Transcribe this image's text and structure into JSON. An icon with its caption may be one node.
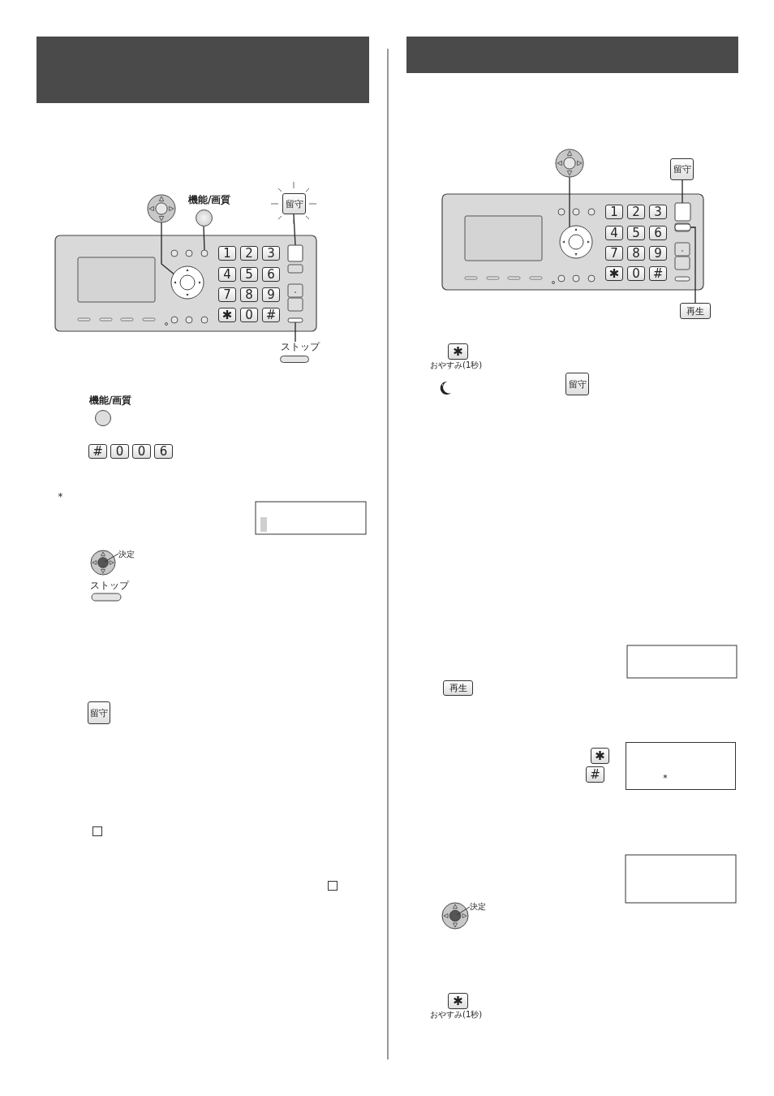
{
  "diagram": {
    "nodes": [
      {
        "text": [],
        "shape": "circle"
      },
      {
        "text": [
          "機能/画質"
        ]
      },
      {
        "text": [
          "留守"
        ]
      },
      {
        "text": [
          "ストップ"
        ]
      },
      {
        "text": [],
        "shape": "circle"
      },
      {
        "text": [],
        "shape": "circle"
      },
      {
        "text": [],
        "shape": "box"
      },
      {
        "text": [],
        "shape": "bar"
      },
      {
        "text": [],
        "shape": "circle"
      },
      {
        "text": [
          "留守"
        ]
      },
      {
        "text": [
          "再生"
        ]
      },
      {
        "text": [],
        "shape": "circle"
      },
      {
        "text": [],
        "shape": "box"
      },
      {
        "text": [],
        "shape": "bar"
      },
      {
        "text": [],
        "shape": "box"
      },
      {
        "text": [],
        "shape": "box"
      },
      {
        "text": [
          "＊"
        ]
      },
      {
        "text": [],
        "shape": "box"
      }
    ],
    "edges": [
      {
        "from": 0,
        "to": 4,
        "arrow": "none"
      },
      {
        "from": 1,
        "to": 5,
        "arrow": "none"
      },
      {
        "from": 2,
        "to": 6,
        "arrow": "none"
      },
      {
        "from": 3,
        "to": 7,
        "arrow": "none"
      },
      {
        "from": 8,
        "to": 11,
        "arrow": "none"
      },
      {
        "from": 9,
        "to": 12,
        "arrow": "none"
      },
      {
        "from": 10,
        "to": 13,
        "arrow": "none"
      }
    ],
    "labels": [
      "1",
      "2",
      "3",
      "4",
      "5",
      "6",
      "7",
      "8",
      "9",
      "✱",
      "0",
      "#",
      "機能/画質",
      "#",
      "0",
      "0",
      "6",
      "＊",
      "決定",
      "ストップ",
      "留守",
      "1",
      "2",
      "3",
      "4",
      "5",
      "6",
      "7",
      "8",
      "9",
      "✱",
      "0",
      "#",
      "✱",
      "おやすみ(1秒)",
      "留守",
      "再生",
      "✱",
      "#",
      "決定",
      "✱",
      "おやすみ(1秒)"
    ]
  }
}
